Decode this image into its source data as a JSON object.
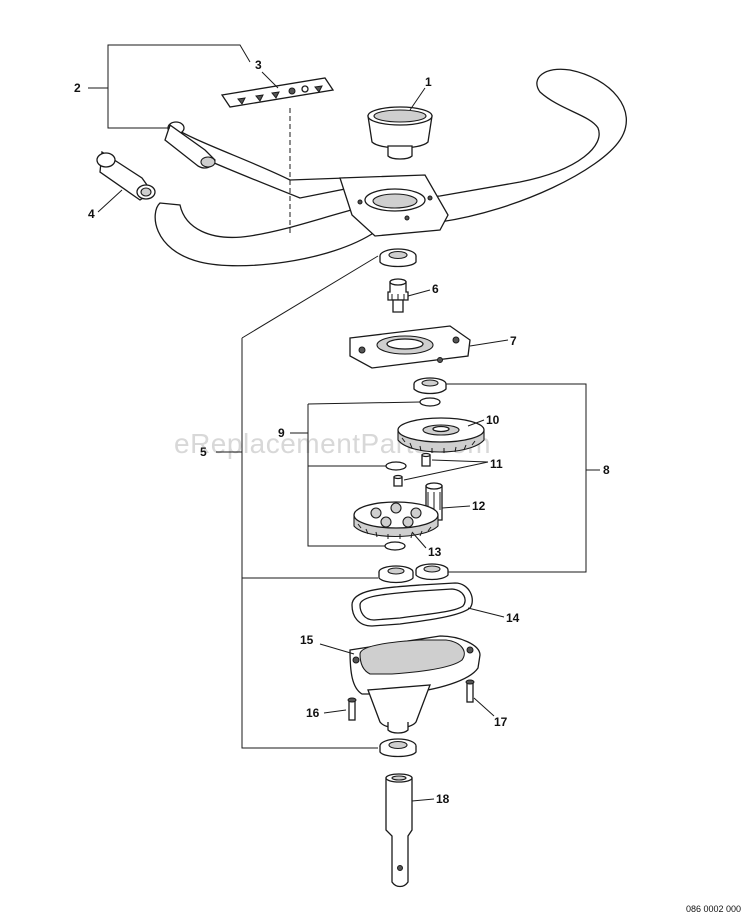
{
  "watermark": "eReplacementParts.com",
  "drawing_code": "086 0002 000",
  "callouts": {
    "c1": "1",
    "c2": "2",
    "c3": "3",
    "c4": "4",
    "c5": "5",
    "c6": "6",
    "c7": "7",
    "c8": "8",
    "c9": "9",
    "c10": "10",
    "c11": "11",
    "c12": "12",
    "c13": "13",
    "c14": "14",
    "c15": "15",
    "c16": "16",
    "c17": "17",
    "c18": "18"
  }
}
